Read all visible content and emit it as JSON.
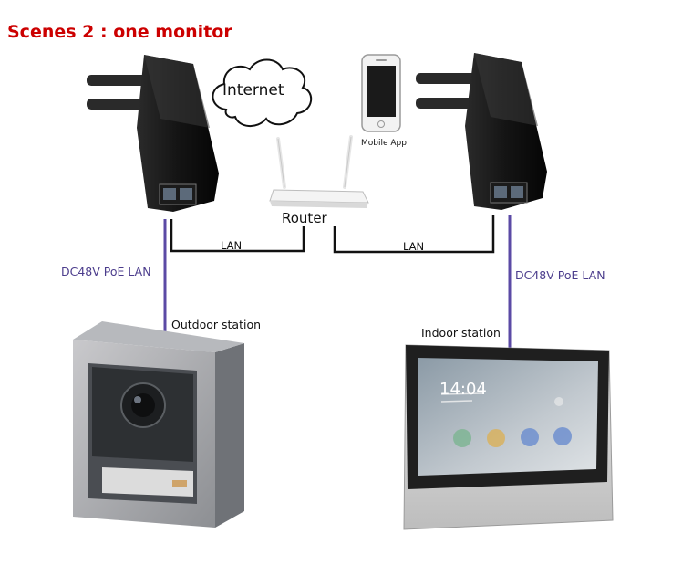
{
  "title": "Scenes 2 : one monitor",
  "nodes": {
    "cloud": "Internet",
    "phone": "Mobile App",
    "router": "Router",
    "outdoor": "Outdoor station",
    "indoor": "Indoor station"
  },
  "links": {
    "lan_left": "LAN",
    "lan_right": "LAN",
    "poe_left": "DC48V PoE LAN",
    "poe_right": "DC48V PoE LAN"
  },
  "monitor_screen": {
    "time": "14:04"
  },
  "colors": {
    "title": "#cc0000",
    "poe_line": "#5b4aa5",
    "lan_line": "#111111"
  }
}
